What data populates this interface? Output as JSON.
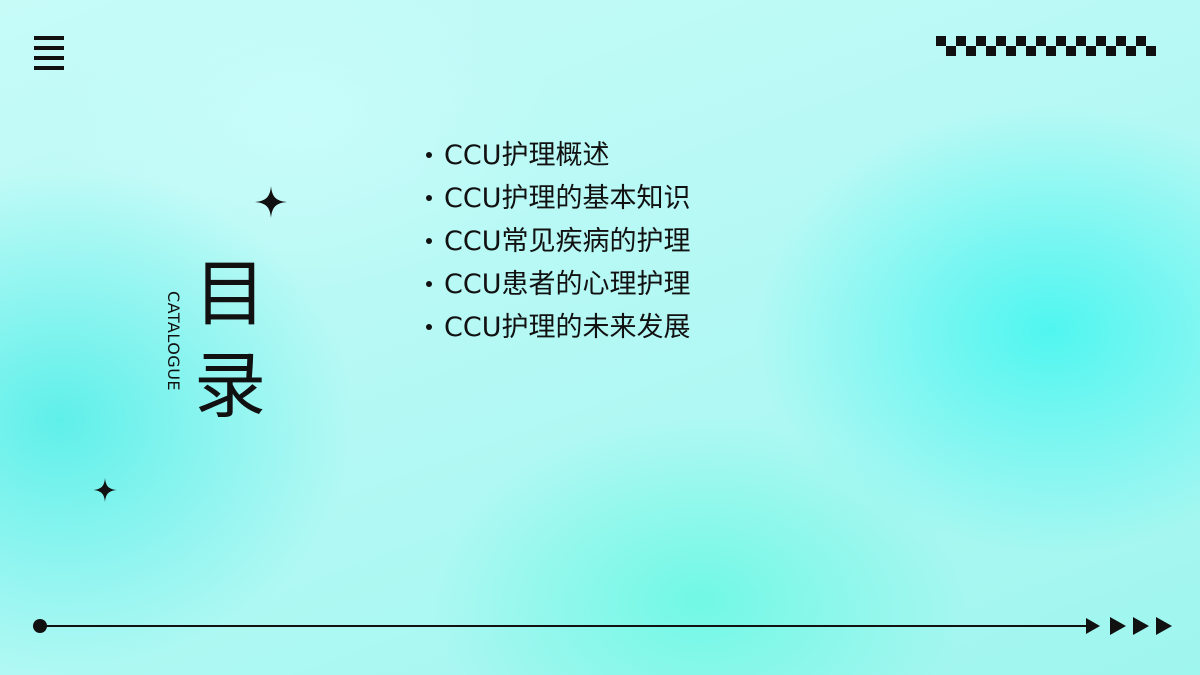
{
  "title": {
    "main": "目录",
    "sub": "CATALOGUE"
  },
  "toc": {
    "items": [
      "CCU护理概述",
      "CCU护理的基本知识",
      "CCU常见疾病的护理",
      "CCU患者的心理护理",
      "CCU护理的未来发展"
    ]
  },
  "decor": {
    "menu_icon": "menu-icon",
    "sparkle_icon": "sparkle-icon",
    "checker_pattern": "checkerboard-pattern",
    "arrow_icon": "arrow-right-icon",
    "ink_color": "#111111",
    "accent_color": "#5ef3ee"
  }
}
